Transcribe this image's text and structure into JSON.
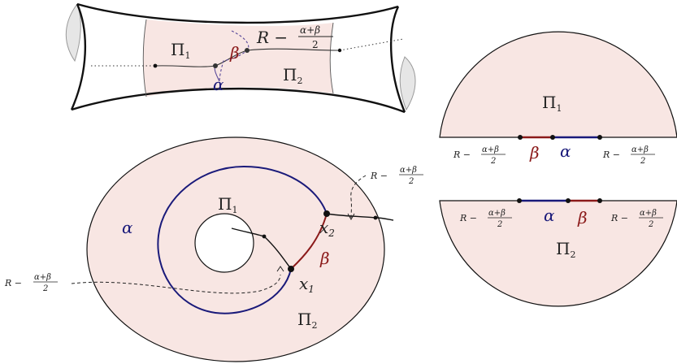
{
  "colors": {
    "fill": "#f8e6e3",
    "alpha": "#1a1a7a",
    "beta": "#8b1a1a",
    "outline": "#111111",
    "dashed_purple": "#5a4a9a",
    "grey_cap": "#e6e6e6"
  },
  "top_surface": {
    "pi1": "Π",
    "pi1_sub": "1",
    "pi2": "Π",
    "pi2_sub": "2",
    "alpha": "α",
    "beta": "β",
    "R_label": "R −",
    "frac_num": "α+β",
    "frac_den": "2"
  },
  "annulus": {
    "pi1": "Π",
    "pi1_sub": "1",
    "pi2": "Π",
    "pi2_sub": "2",
    "alpha": "α",
    "beta": "β",
    "x1": "x",
    "x1_sub": "1",
    "x2": "x",
    "x2_sub": "2",
    "R_label": "R −",
    "frac_num": "α+β",
    "frac_den": "2"
  },
  "half_discs": {
    "upper": {
      "pi": "Π",
      "pi_sub": "1",
      "alpha": "α",
      "beta": "β",
      "R_label": "R −",
      "frac_num": "α+β",
      "frac_den": "2"
    },
    "lower": {
      "pi": "Π",
      "pi_sub": "2",
      "alpha": "α",
      "beta": "β",
      "R_label": "R −",
      "frac_num": "α+β",
      "frac_den": "2"
    }
  }
}
